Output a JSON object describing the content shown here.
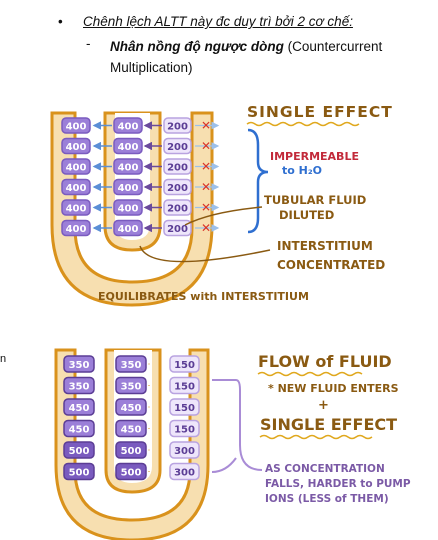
{
  "text": {
    "bullet_symbol": "•",
    "bullet_text": "Chênh lệch ALTT này đc duy trì bởi 2 cơ chế:",
    "sub_dash": "-",
    "sub_bold": "Nhân nồng độ ngược dòng",
    "sub_rest": " (Countercurrent Multiplication)",
    "margin_fragment": "n"
  },
  "figure1": {
    "outer_left": [
      "400",
      "400",
      "400",
      "400",
      "400",
      "400"
    ],
    "inner_left": [
      "400",
      "400",
      "400",
      "400",
      "400",
      "400"
    ],
    "right": [
      "200",
      "200",
      "200",
      "200",
      "200",
      "200"
    ],
    "label_single_effect": "SINGLE EFFECT",
    "label_impermeable_1": "IMPERMEABLE",
    "label_impermeable_2": "to H₂O",
    "label_tubular_1": "TUBULAR FLUID",
    "label_tubular_2": "DILUTED",
    "label_interstitium_1": "INTERSTITIUM",
    "label_interstitium_2": "CONCENTRATED",
    "label_equilibrates": "EQUILIBRATES with INTERSTITIUM"
  },
  "figure2": {
    "outer_left": [
      "350",
      "350",
      "450",
      "450",
      "500",
      "500"
    ],
    "inner_left": [
      "350",
      "350",
      "450",
      "450",
      "500",
      "500"
    ],
    "right": [
      "150",
      "150",
      "150",
      "150",
      "300",
      "300"
    ],
    "label_flow": "FLOW of FLUID",
    "label_new_fluid": "* NEW FLUID ENTERS",
    "label_plus": "+",
    "label_single_effect": "SINGLE EFFECT",
    "label_as_conc_1": "AS CONCENTRATION",
    "label_as_conc_2": "FALLS, HARDER to PUMP",
    "label_as_conc_3": "IONS (LESS of THEM)"
  },
  "colors": {
    "tube_fill": "#f7dfb0",
    "tube_stroke": "#d9921c",
    "box_purple": "#9b7fd8",
    "box_purple_dark": "#7a5bbf",
    "box_light": "#eee6fb",
    "arrow_blue": "#5b8fd6",
    "arrow_purple": "#6a4a9c",
    "x_red": "#d8342a",
    "label_brown": "#8a5a12",
    "label_red": "#c22a3a",
    "bracket_blue": "#2f6fd0",
    "bracket_purple": "#a98cd6"
  }
}
